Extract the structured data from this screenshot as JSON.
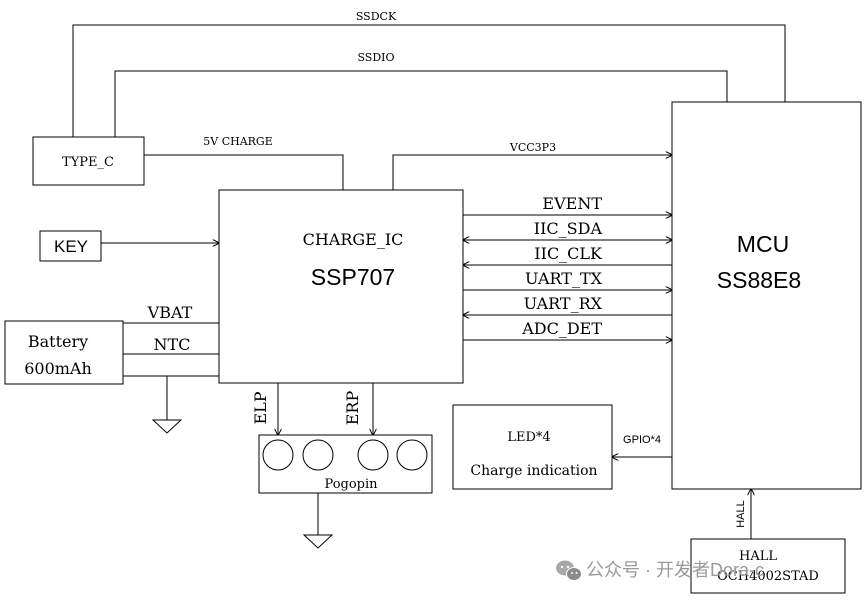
{
  "diagram": {
    "top_signals": {
      "ssdck": "SSDCK",
      "ssdio": "SSDIO"
    },
    "type_c": {
      "label": "TYPE_C"
    },
    "charge_link": {
      "label": "5V CHARGE"
    },
    "vcc_link": {
      "label": "VCC3P3"
    },
    "key": {
      "label": "KEY"
    },
    "charge_ic": {
      "title": "CHARGE_IC",
      "part": "SSP707"
    },
    "mcu": {
      "title": "MCU",
      "part": "SS88E8"
    },
    "bus_signals": [
      "EVENT",
      "IIC_SDA",
      "IIC_CLK",
      "UART_TX",
      "UART_RX",
      "ADC_DET"
    ],
    "battery": {
      "line1": "Battery",
      "line2": "600mAh"
    },
    "battery_signals": {
      "vbat": "VBAT",
      "ntc": "NTC"
    },
    "pogo": {
      "elp": "ELP",
      "erp": "ERP",
      "label": "Pogopin"
    },
    "led": {
      "line1": "LED*4",
      "line2": "Charge indication",
      "gpio": "GPIO*4"
    },
    "hall": {
      "signal": "HALL",
      "line1": "HALL",
      "line2": "OCH4002STAD"
    },
    "watermark": {
      "text": "公众号 · 开发者Dora-c"
    }
  },
  "colors": {
    "line": "#000000",
    "watermark": "#9a9a9a"
  }
}
